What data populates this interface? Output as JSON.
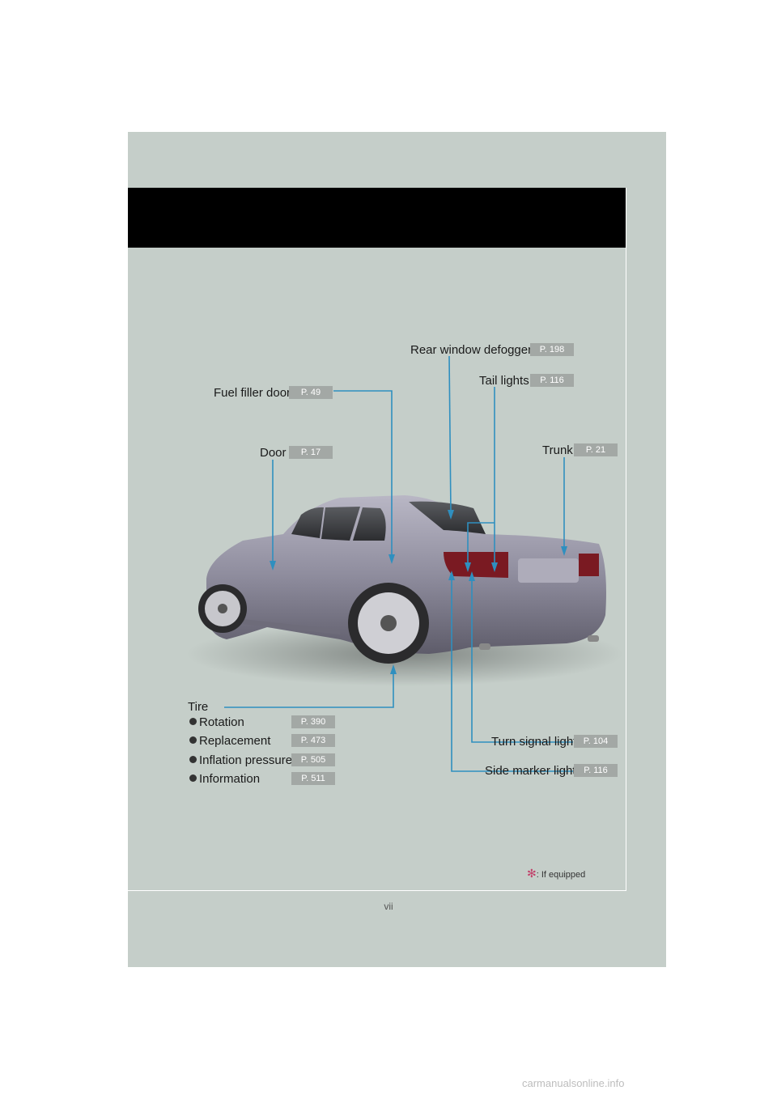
{
  "callouts": {
    "rear_window_defogger": {
      "label": "Rear window defogger",
      "page": "P. 198"
    },
    "tail_lights": {
      "label": "Tail lights",
      "page": "P. 116"
    },
    "fuel_filler_door": {
      "label": "Fuel filler door",
      "page": "P. 49"
    },
    "door": {
      "label": "Door",
      "page": "P. 17"
    },
    "trunk": {
      "label": "Trunk",
      "page": "P. 21"
    },
    "turn_signal_light": {
      "label": "Turn signal light",
      "page": "P. 104"
    },
    "side_marker_light": {
      "label": "Side marker light",
      "page": "P. 116"
    }
  },
  "tire": {
    "title": "Tire",
    "items": [
      {
        "label": "Rotation",
        "page": "P. 390"
      },
      {
        "label": "Replacement",
        "page": "P. 473"
      },
      {
        "label": "Inflation pressure",
        "page": "P. 505"
      },
      {
        "label": "Information",
        "page": "P. 511"
      }
    ]
  },
  "footnote": {
    "symbol": "✻",
    "text": ": If equipped"
  },
  "page_number": "vii",
  "watermark": "carmanualsonline.info",
  "colors": {
    "panel": "#c5cec9",
    "header": "#000000",
    "leader_line": "#2f8fbf",
    "badge": "#a3a8a5"
  }
}
